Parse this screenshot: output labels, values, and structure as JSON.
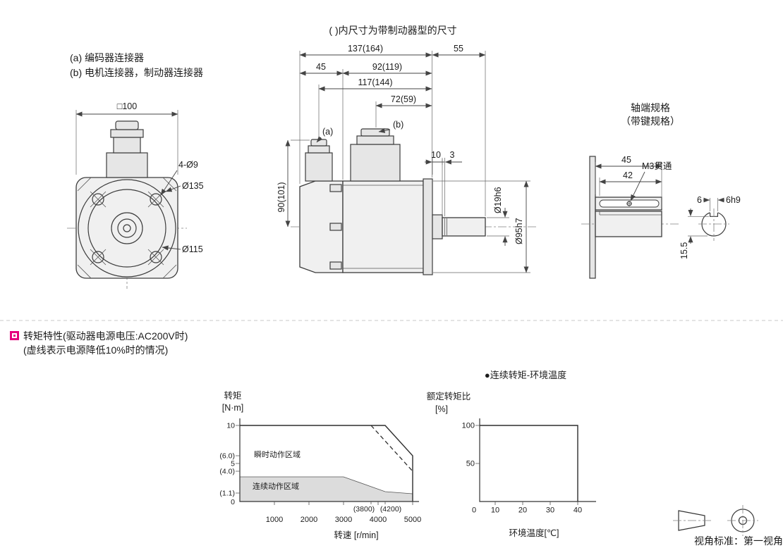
{
  "colors": {
    "accent": "#e6007e"
  },
  "notes": {
    "bracket_note": "( )内尺寸为带制动器型的尺寸",
    "connector_a": "(a) 编码器连接器",
    "connector_b": "(b) 电机连接器，制动器连接器"
  },
  "front_view": {
    "square": "□100",
    "holes": "4-Ø9",
    "outer_dia": "Ø135",
    "bolt_circle": "Ø115"
  },
  "side_view": {
    "len_total": "137(164)",
    "len_shaft": "55",
    "len_rear": "45",
    "len_body": "92(119)",
    "len_117": "117(144)",
    "len_72": "72(59)",
    "height": "90(101)",
    "dim_10": "10",
    "dim_3": "3",
    "shaft_dia": "Ø19h6",
    "pilot_dia": "Ø95h7",
    "callout_a": "(a)",
    "callout_b": "(b)"
  },
  "shaft_end": {
    "title1": "轴端规格",
    "title2": "（带键规格）",
    "len_45": "45",
    "len_42": "42",
    "tap": "M3贯通",
    "key_w": "6",
    "key_fit": "6h9",
    "key_depth": "15.5"
  },
  "torque": {
    "heading": "转矩特性(驱动器电源电压:AC200V时)",
    "subheading": "(虚线表示电源降低10%时的情况)"
  },
  "speed_chart": {
    "y_title1": "转矩",
    "y_title2": "[N·m]",
    "y_ticks": [
      "10",
      "(6.0)",
      "5",
      "(4.0)",
      "(1.1)",
      "0"
    ],
    "x_ticks": [
      "1000",
      "2000",
      "3000",
      "4000",
      "5000"
    ],
    "x_note1": "(3800)",
    "x_note2": "(4200)",
    "xlabel": "转速  [r/min]",
    "region_inst": "瞬时动作区域",
    "region_cont": "连续动作区域"
  },
  "temp_chart": {
    "title": "●连续转矩-环境温度",
    "y_title1": "额定转矩比",
    "y_title2": "[%]",
    "y_ticks": [
      "100",
      "50"
    ],
    "x_ticks": [
      "0",
      "10",
      "20",
      "30",
      "40"
    ],
    "xlabel": "环境温度[℃]"
  },
  "footer": {
    "label": "视角标准：第一视角"
  },
  "chart_data": [
    {
      "type": "area",
      "title": "转矩特性(驱动器电源电压:AC200V时)",
      "subtitle": "虚线表示电源降低10%时的情况",
      "xlabel": "转速 [r/min]",
      "ylabel": "转矩 [N·m]",
      "xlim": [
        0,
        5000
      ],
      "ylim": [
        0,
        10.5
      ],
      "x_ticks": [
        0,
        1000,
        2000,
        3000,
        4000,
        5000
      ],
      "x_tick_notes": [
        "(3800)",
        "(4200)"
      ],
      "y_tick_labels": [
        "0",
        "(1.1)",
        "(4.0)",
        "5",
        "(6.0)",
        "10"
      ],
      "grid": false,
      "legend_position": "none",
      "series": [
        {
          "name": "瞬时动作区域上限(实线)",
          "style": "solid",
          "points": [
            [
              0,
              10
            ],
            [
              4200,
              10
            ],
            [
              5000,
              6.0
            ]
          ]
        },
        {
          "name": "瞬时动作区域上限(虚线, 电源降低10%时)",
          "style": "dashed",
          "points": [
            [
              0,
              10
            ],
            [
              3800,
              10
            ],
            [
              5000,
              4.0
            ]
          ]
        },
        {
          "name": "连续动作区域上限",
          "style": "solid-filled",
          "points": [
            [
              0,
              3.2
            ],
            [
              3000,
              3.2
            ],
            [
              4200,
              1.3
            ],
            [
              5000,
              1.1
            ]
          ]
        }
      ],
      "annotations": [
        "瞬时动作区域",
        "连续动作区域"
      ]
    },
    {
      "type": "line",
      "title": "连续转矩-环境温度",
      "xlabel": "环境温度[℃]",
      "ylabel": "额定转矩比 [%]",
      "xlim": [
        0,
        45
      ],
      "ylim": [
        0,
        110
      ],
      "x_ticks": [
        0,
        10,
        20,
        30,
        40
      ],
      "y_ticks": [
        50,
        100
      ],
      "grid": false,
      "series": [
        {
          "name": "连续转矩-环境温度",
          "style": "solid",
          "points": [
            [
              0,
              100
            ],
            [
              40,
              100
            ],
            [
              40,
              0
            ]
          ]
        }
      ]
    }
  ]
}
